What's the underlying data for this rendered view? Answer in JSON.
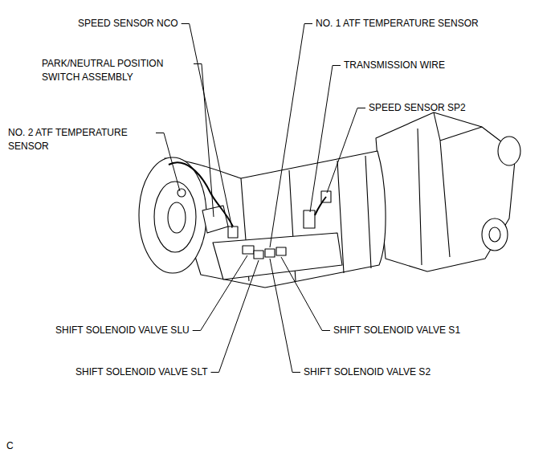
{
  "diagram": {
    "labels": [
      "SPEED SENSOR NCO",
      "NO. 1 ATF TEMPERATURE SENSOR",
      "PARK/NEUTRAL POSITION SWITCH ASSEMBLY",
      "TRANSMISSION WIRE",
      "SPEED SENSOR SP2",
      "NO. 2 ATF TEMPERATURE SENSOR",
      "SHIFT SOLENOID VALVE SLU",
      "SHIFT SOLENOID VALVE S1",
      "SHIFT SOLENOID VALVE SLT",
      "SHIFT SOLENOID VALVE S2",
      "C"
    ]
  }
}
